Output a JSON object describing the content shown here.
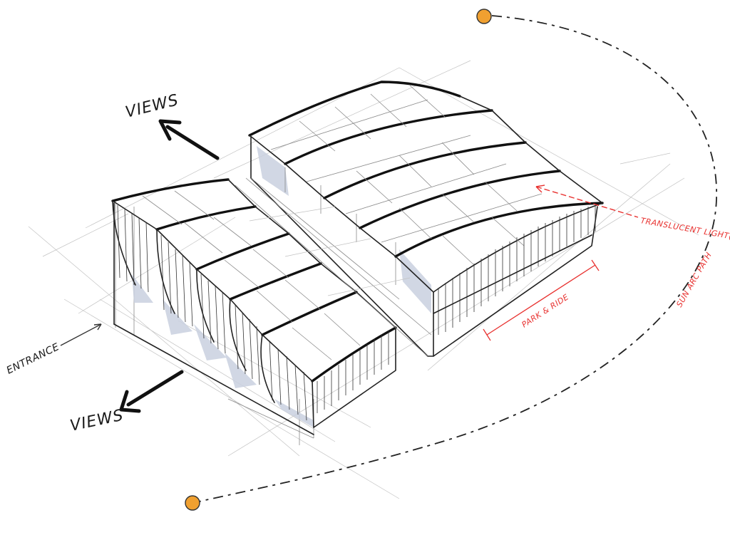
{
  "labels": {
    "views_top": "VIEWS",
    "views_bottom": "VIEWS",
    "entrance": "ENTRANCE",
    "translucent_light": "TRANSLUCENT LIGHT(S)",
    "sun_arc_path": "SUN ARC PATH",
    "park_ride": "PARK & RIDE"
  },
  "colors": {
    "ink": "#111111",
    "annotation_red": "#e8312f",
    "sun_orange": "#f0a030",
    "shade_blue": "#c9d0df"
  },
  "icons": {
    "sun_start": "sun-marker-icon",
    "sun_end": "sun-marker-icon",
    "arrow_up": "arrow-up-left-icon",
    "arrow_down": "arrow-down-left-icon"
  }
}
